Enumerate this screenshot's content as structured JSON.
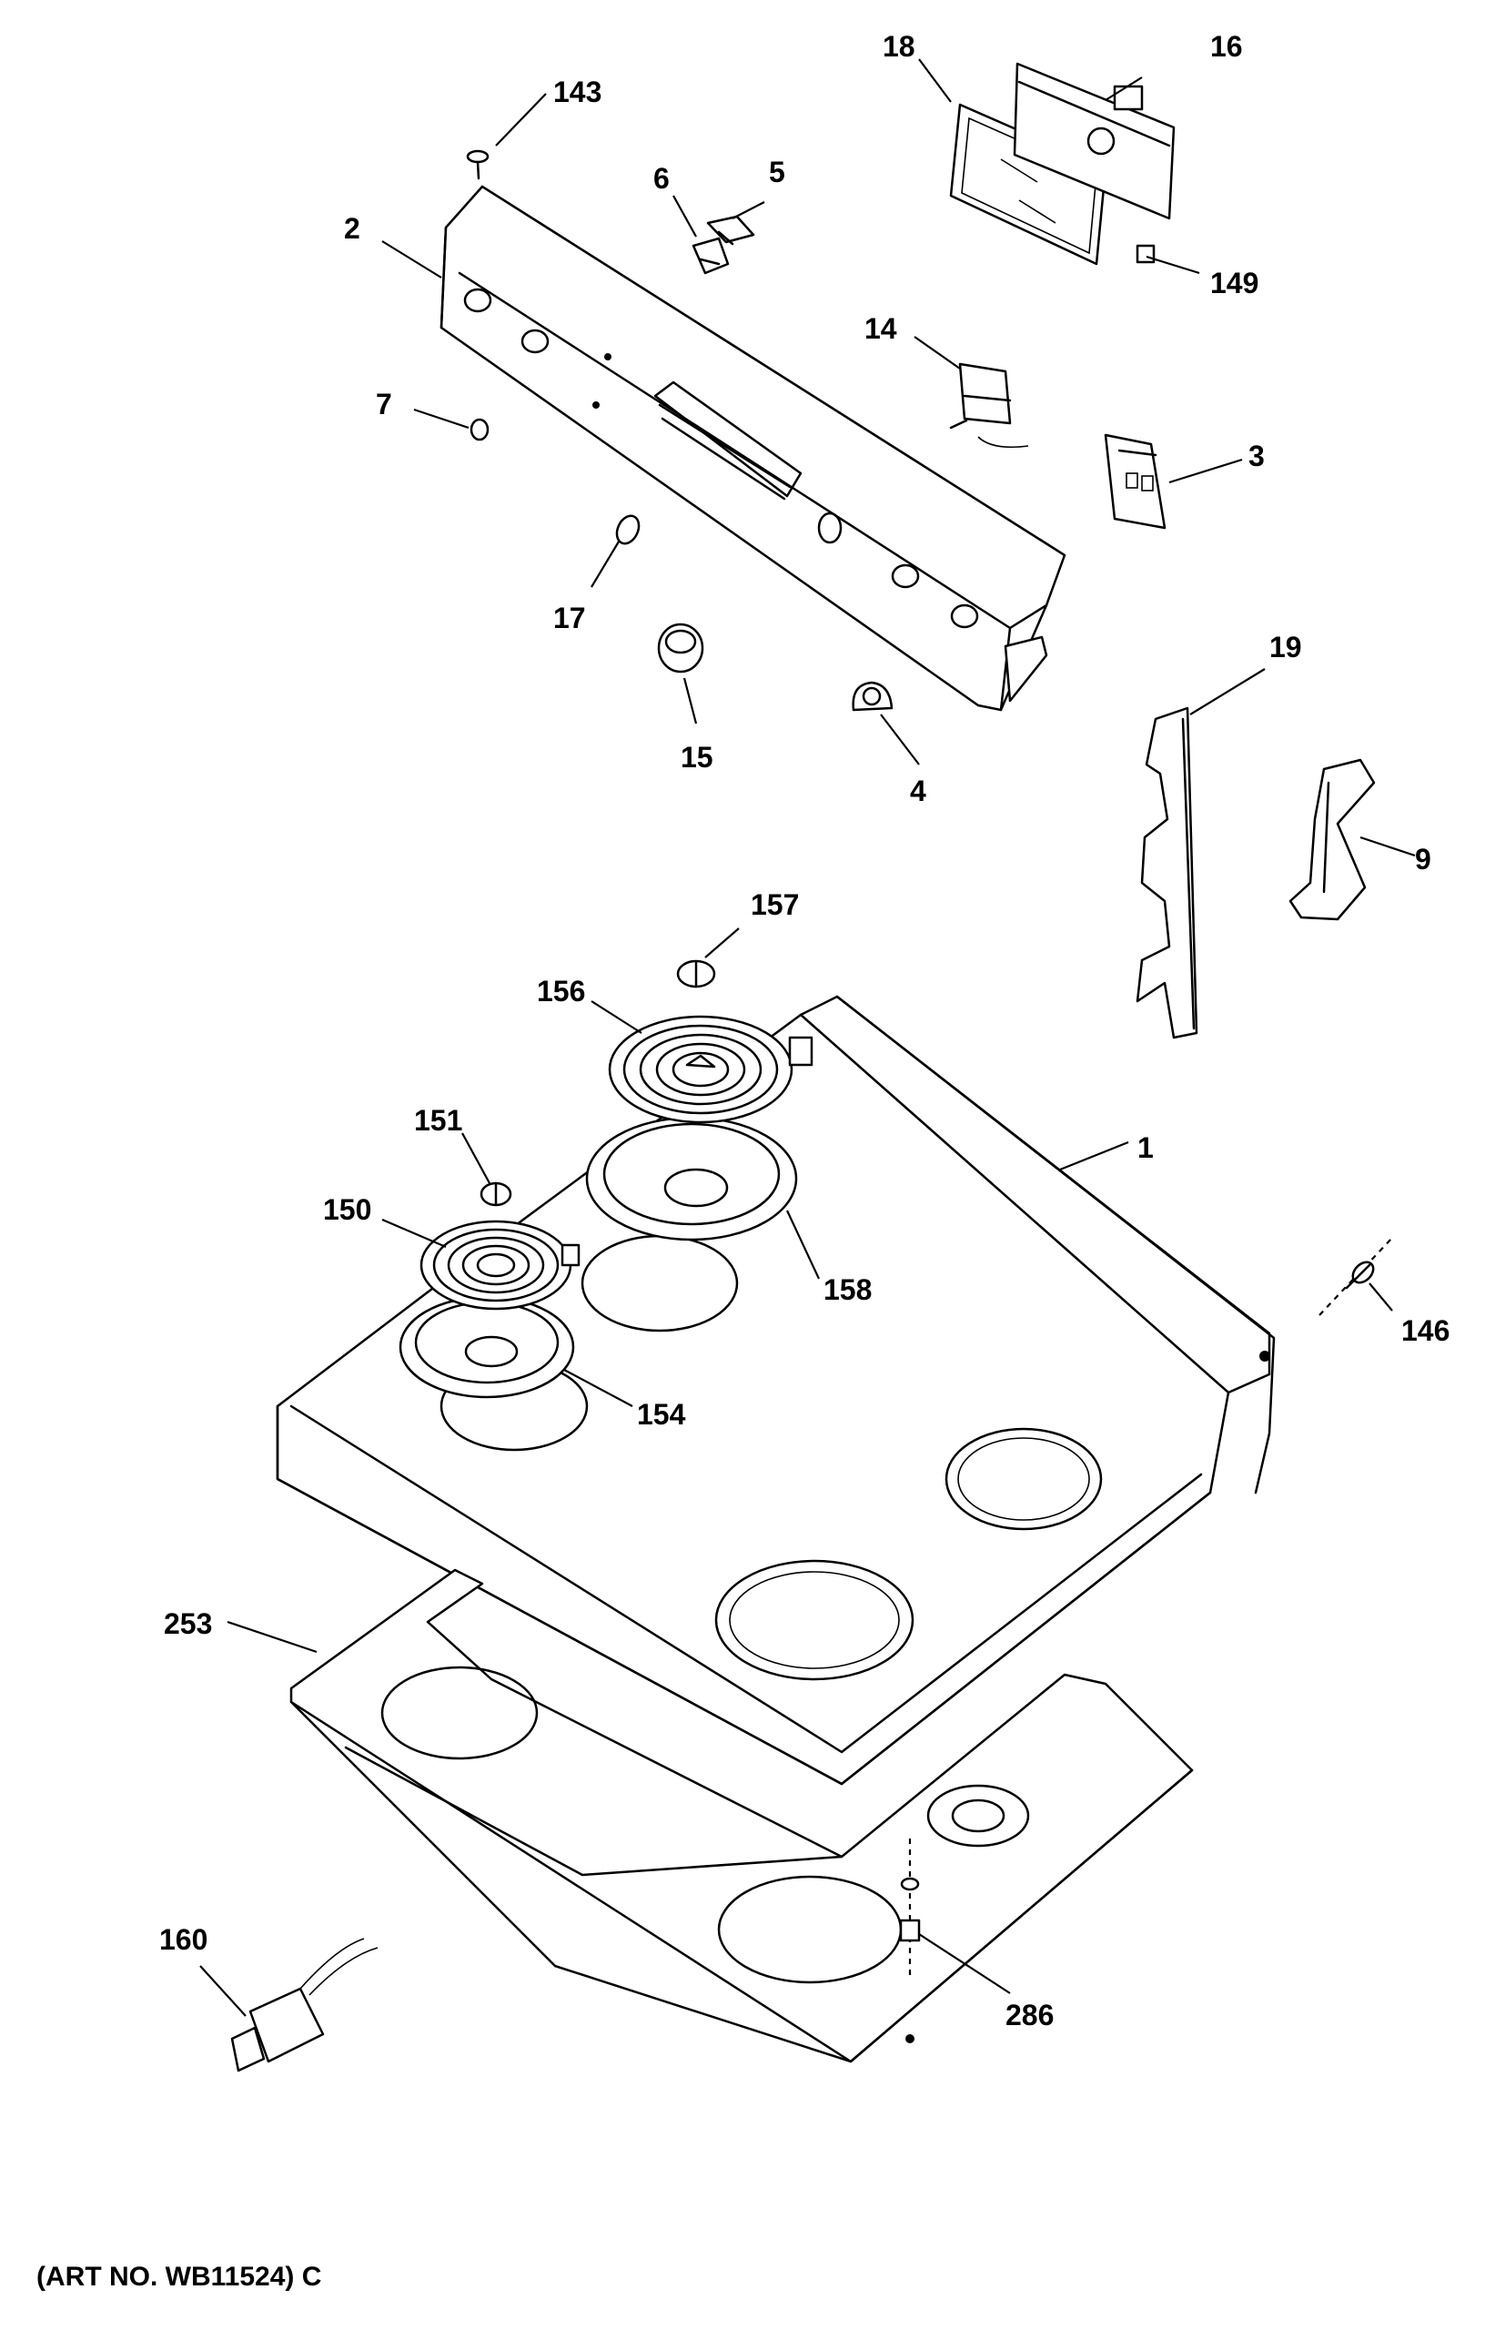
{
  "diagram": {
    "art_number": "(ART NO. WB11524) C",
    "parts": [
      {
        "id": "p1",
        "number": "1"
      },
      {
        "id": "p2",
        "number": "2"
      },
      {
        "id": "p3",
        "number": "3"
      },
      {
        "id": "p4",
        "number": "4"
      },
      {
        "id": "p5",
        "number": "5"
      },
      {
        "id": "p6",
        "number": "6"
      },
      {
        "id": "p7",
        "number": "7"
      },
      {
        "id": "p9",
        "number": "9"
      },
      {
        "id": "p14",
        "number": "14"
      },
      {
        "id": "p15",
        "number": "15"
      },
      {
        "id": "p16",
        "number": "16"
      },
      {
        "id": "p17",
        "number": "17"
      },
      {
        "id": "p18",
        "number": "18"
      },
      {
        "id": "p19",
        "number": "19"
      },
      {
        "id": "p143",
        "number": "143"
      },
      {
        "id": "p146",
        "number": "146"
      },
      {
        "id": "p149",
        "number": "149"
      },
      {
        "id": "p150",
        "number": "150"
      },
      {
        "id": "p151",
        "number": "151"
      },
      {
        "id": "p154",
        "number": "154"
      },
      {
        "id": "p156",
        "number": "156"
      },
      {
        "id": "p157",
        "number": "157"
      },
      {
        "id": "p158",
        "number": "158"
      },
      {
        "id": "p160",
        "number": "160"
      },
      {
        "id": "p253",
        "number": "253"
      },
      {
        "id": "p286",
        "number": "286"
      }
    ]
  }
}
